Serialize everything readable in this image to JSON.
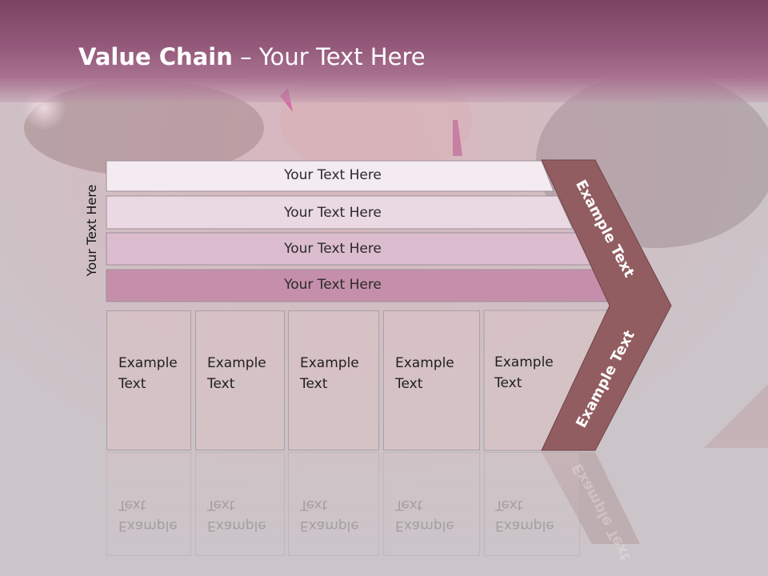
{
  "title": {
    "bold": "Value Chain",
    "rest": " – Your Text Here"
  },
  "side_label": "Your Text Here",
  "rows": [
    {
      "label": "Your Text Here",
      "color": "#f4ebf1"
    },
    {
      "label": "Your Text Here",
      "color": "#ead8e3"
    },
    {
      "label": "Your Text Here",
      "color": "#dcbccf"
    },
    {
      "label": "Your Text Here",
      "color": "#c58fab"
    }
  ],
  "activities": [
    {
      "line1": "Example",
      "line2": "Text"
    },
    {
      "line1": "Example",
      "line2": "Text"
    },
    {
      "line1": "Example",
      "line2": "Text"
    },
    {
      "line1": "Example",
      "line2": "Text"
    },
    {
      "line1": "Example",
      "line2": "Text"
    }
  ],
  "chevron": {
    "top_label": "Example Text",
    "bottom_label": "Example Text",
    "color": "#925d61"
  }
}
